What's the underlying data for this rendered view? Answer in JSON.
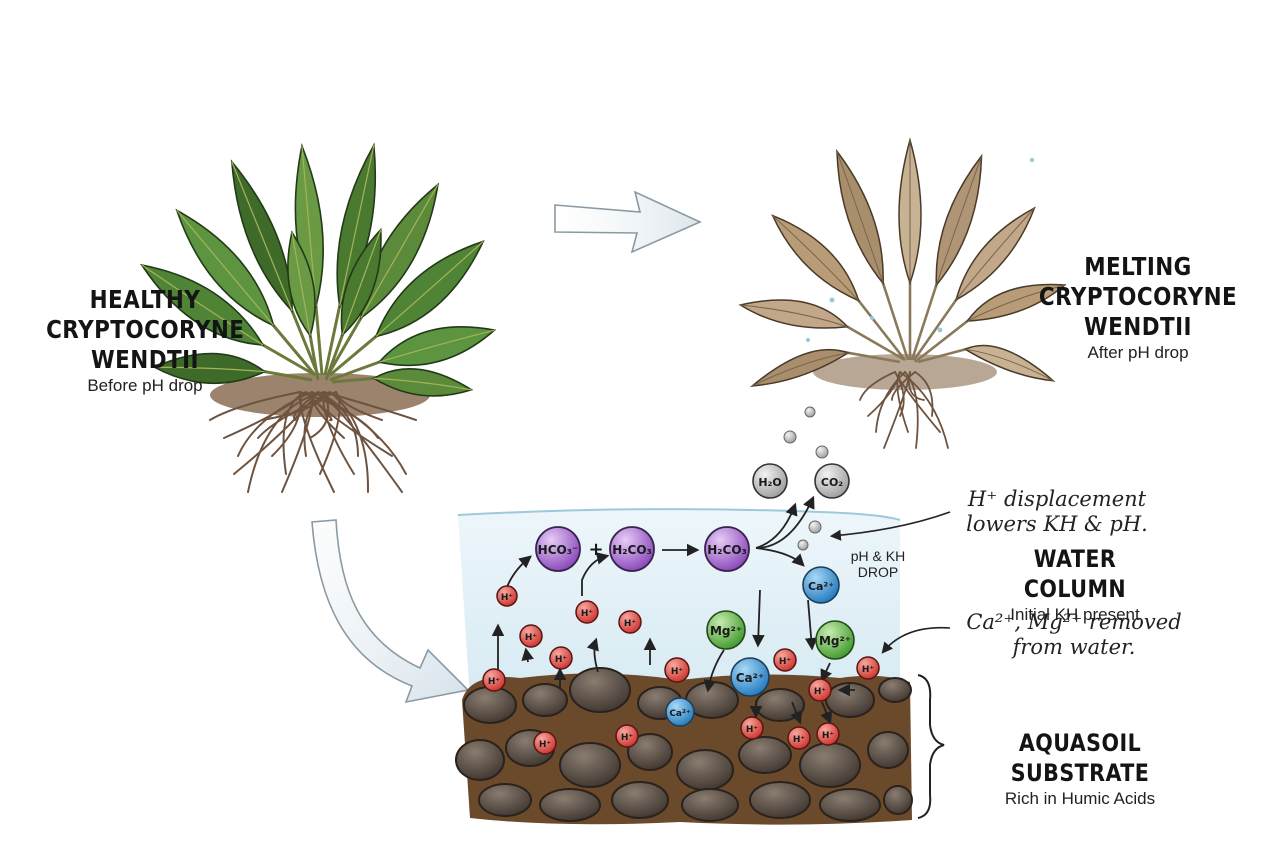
{
  "healthy_plant": {
    "title_lines": [
      "HEALTHY",
      "CRYPTOCORYNE",
      "WENDTII"
    ],
    "subtitle": "Before pH drop"
  },
  "melting_plant": {
    "title_lines": [
      "MELTING",
      "CRYPTOCORYNE",
      "WENDTII"
    ],
    "subtitle": "After pH drop"
  },
  "water_column": {
    "title": "WATER COLUMN",
    "subtitle": "Initial KH present",
    "drop_label_lines": [
      "pH & KH",
      "DROP"
    ]
  },
  "substrate": {
    "title": "AQUASOIL SUBSTRATE",
    "subtitle": "Rich in Humic Acids"
  },
  "annotations": {
    "h_displacement_lines": [
      "H⁺ displacement",
      "lowers KH & pH."
    ],
    "removed_lines": [
      "Ca²⁺, Mg²⁺ removed",
      "from water."
    ]
  },
  "molecules": {
    "bicarbonate": "HCO₃⁻",
    "carbonic_acid_1": "H₂CO₃",
    "carbonic_acid_2": "H₂CO₃",
    "plus_sign": "+",
    "water": "H₂O",
    "carbon_dioxide": "CO₂",
    "hydrogen_ion": "H⁺",
    "calcium": "Ca²⁺",
    "magnesium": "Mg²⁺"
  },
  "colors": {
    "leaf_green": "#5a8a3a",
    "leaf_dark": "#3f6b2a",
    "melting_brown": "#b89c78",
    "water_blue": "#d9ecf4",
    "soil_brown": "#6b4a2c",
    "rock_gray": "#5a5048",
    "h_ion_red": "#d9453e",
    "ca_blue": "#2f88c8",
    "mg_green": "#56ad3e",
    "purple_molecule": "#9a5cc4",
    "gas_gray": "#b8b8b8"
  }
}
